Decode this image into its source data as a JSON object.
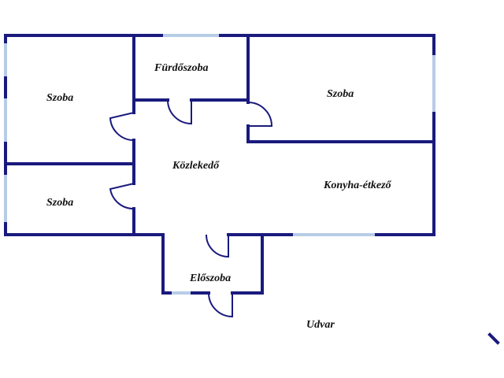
{
  "floorplan": {
    "rooms": [
      {
        "id": "szoba-left-top",
        "label": "Szoba"
      },
      {
        "id": "furdoszoba",
        "label": "Fürdőszoba"
      },
      {
        "id": "szoba-right",
        "label": "Szoba"
      },
      {
        "id": "kozlekedo",
        "label": "Közlekedő"
      },
      {
        "id": "konyha",
        "label": "Konyha-étkező"
      },
      {
        "id": "szoba-left-bottom",
        "label": "Szoba"
      },
      {
        "id": "eloszoba",
        "label": "Előszoba"
      }
    ],
    "outside": {
      "label": "Udvar"
    },
    "colors": {
      "wall": "#1a1a7e",
      "window": "#b7cce6"
    }
  }
}
